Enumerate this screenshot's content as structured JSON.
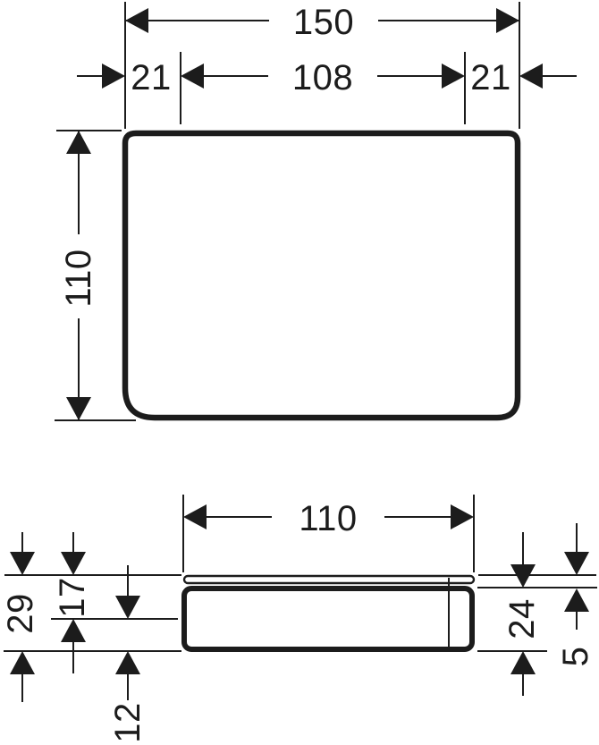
{
  "drawing": {
    "kind": "technical-dimension-drawing",
    "colors": {
      "ink": "#1c1c1c",
      "background": "#ffffff"
    },
    "top_view": {
      "overall_width_mm": "150",
      "left_inset_mm": "21",
      "inner_width_mm": "108",
      "right_inset_mm": "21",
      "depth_mm": "110"
    },
    "side_view": {
      "width_mm": "110",
      "overall_height_mm": "29",
      "upper_height_mm": "17",
      "lower_height_mm": "12",
      "front_height_mm": "24",
      "top_thickness_mm": "5"
    }
  }
}
